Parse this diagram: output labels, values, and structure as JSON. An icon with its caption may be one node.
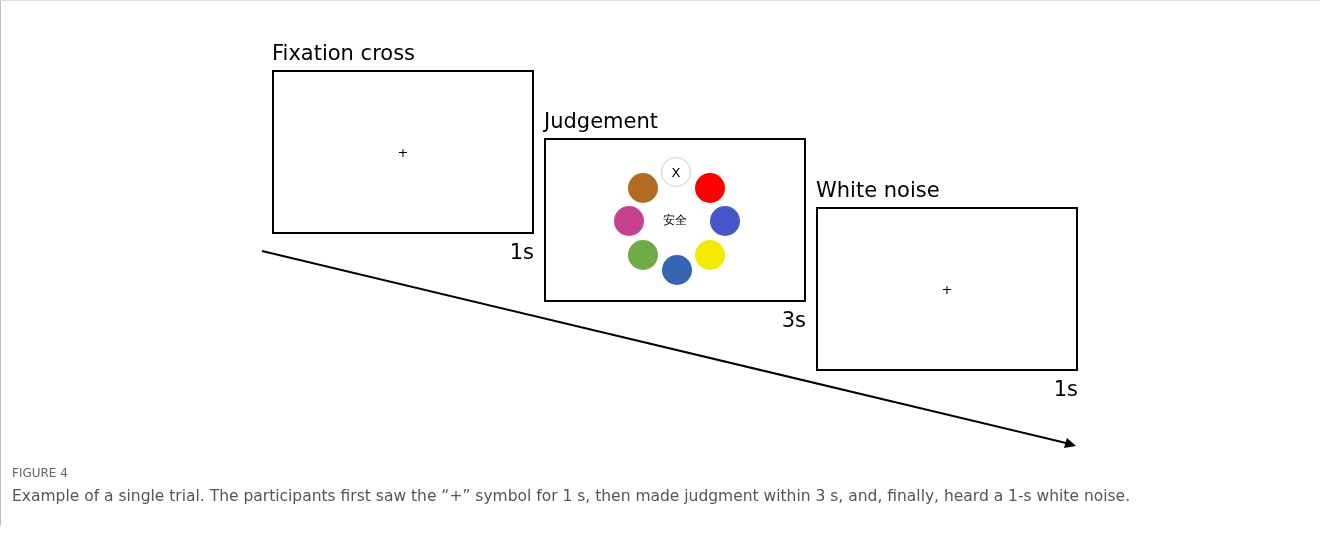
{
  "diagram": {
    "caption": "Example of a single trial. The participants first saw the “+” symbol for 1 s, then made judgment within 3 s, and, finally, heard a 1-s white noise.",
    "nodes": [
      {
        "text": [
          "Fixation cross",
          "+"
        ],
        "beside": [
          "1s"
        ]
      },
      {
        "text": [
          "Judgement",
          "安全"
        ],
        "beside": [
          "3s"
        ]
      },
      {
        "text": [
          "X"
        ],
        "in": 1
      },
      {
        "text": [],
        "shape": "circle",
        "in": 1
      },
      {
        "text": [],
        "shape": "circle",
        "in": 1
      },
      {
        "text": [],
        "shape": "circle",
        "in": 1
      },
      {
        "text": [],
        "shape": "circle",
        "in": 1
      },
      {
        "text": [],
        "shape": "circle",
        "in": 1
      },
      {
        "text": [],
        "shape": "circle",
        "in": 1
      },
      {
        "text": [],
        "shape": "circle",
        "in": 1
      },
      {
        "text": [
          "White noise",
          "+"
        ],
        "beside": [
          "1s"
        ]
      }
    ],
    "labels": [
      "FIGURE 4"
    ]
  }
}
